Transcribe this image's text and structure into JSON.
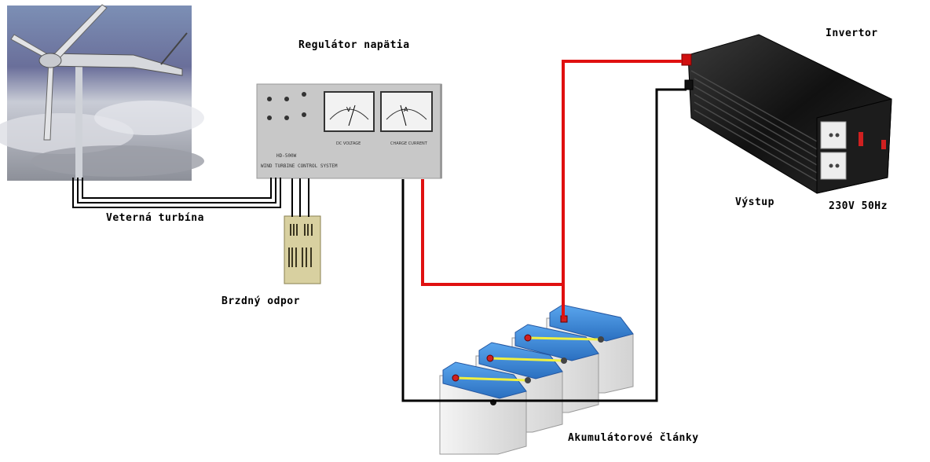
{
  "labels": {
    "regulator": "Regulátor napätia",
    "invertor": "Invertor",
    "turbine": "Veterná turbína",
    "brake": "Brzdný odpor",
    "output": "Výstup",
    "voltage": "230V 50Hz",
    "batteries": "Akumulátorové články"
  },
  "controller": {
    "model": "HD-500W",
    "system": "WIND TURBINE CONTROL SYSTEM",
    "meter_v_letter": "V",
    "meter_a_letter": "A",
    "meter_v_caption": "DC VOLTAGE",
    "meter_a_caption": "CHARGE CURRENT"
  },
  "colors": {
    "positive_wire": "#e01010",
    "negative_wire": "#000000",
    "battery_link": "#f0f040",
    "battery_blue": "#3a86d6",
    "controller_panel": "#c8c8c8"
  }
}
